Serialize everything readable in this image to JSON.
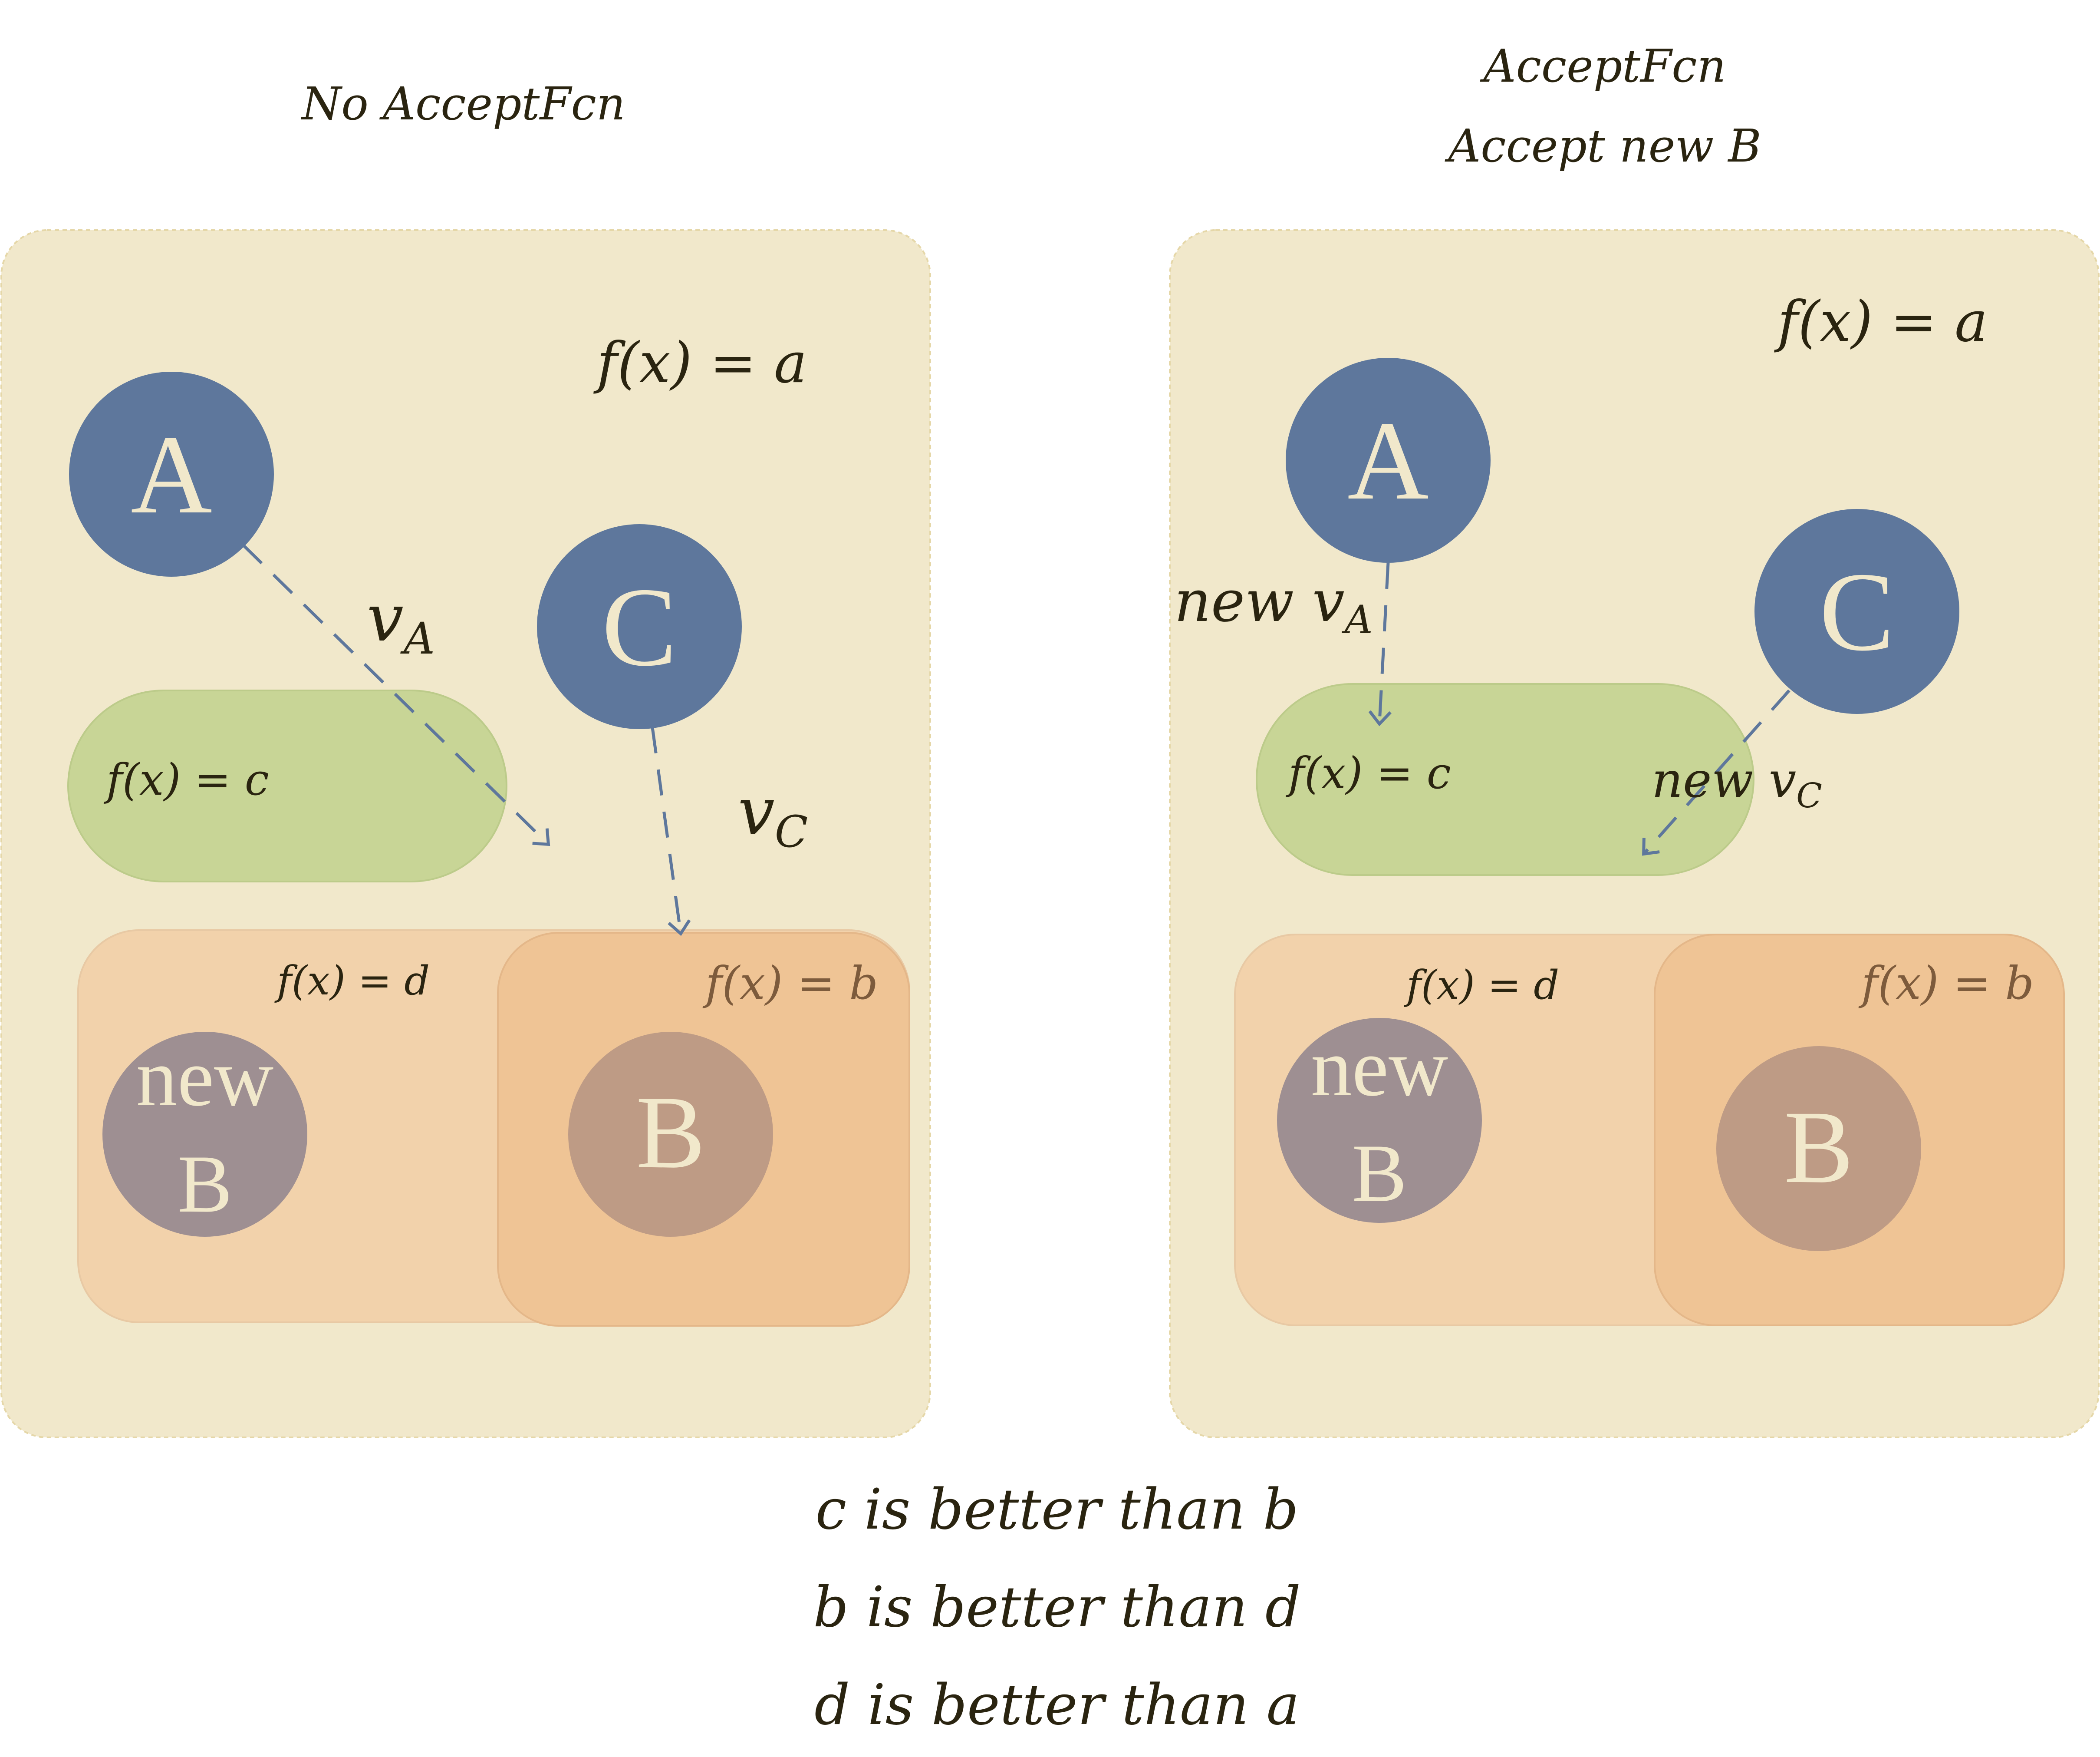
{
  "colors": {
    "panel": "#f1e8cb",
    "panel_border": "#e5d7a8",
    "node": "#5e779c",
    "node_text": "#f1e8cb",
    "region_c": "#c8d596",
    "region_d": "#f2d2ab",
    "region_b": "#efc495",
    "faded_node": "#9e8f92",
    "faded_node_b": "#be9b85",
    "arrow": "#5e779c",
    "text": "#2a2410"
  },
  "left": {
    "title": "No AcceptFcn",
    "fa": "f(x)  =  a",
    "fc": "f(x)  =  c",
    "fd": "f(x)  =  d",
    "fb": "f(x)  =  b",
    "node_a": "A",
    "node_c": "C",
    "node_b": "B",
    "newb_line1": "new",
    "newb_line2": "B",
    "va_main": "v",
    "va_sub": "A",
    "vc_main": "v",
    "vc_sub": "C"
  },
  "right": {
    "title_line1": "AcceptFcn",
    "title_line2": "Accept new B",
    "fa": "f(x)  =  a",
    "fc": "f(x)  =  c",
    "fd": "f(x)  =  d",
    "fb": "f(x)  =  b",
    "node_a": "A",
    "node_c": "C",
    "node_b": "B",
    "newb_line1": "new",
    "newb_line2": "B",
    "va_main": "new v",
    "va_sub": "A",
    "vc_main": "new v",
    "vc_sub": "C"
  },
  "footer": {
    "line1": "c is better than b",
    "line2": "b is better than d",
    "line3": "d is better than a"
  }
}
